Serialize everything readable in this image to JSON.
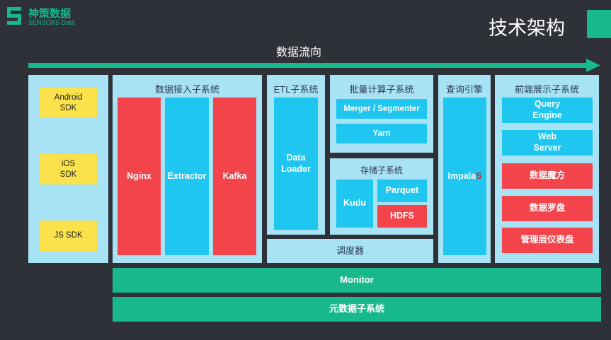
{
  "header": {
    "logo_cn": "神策数据",
    "logo_en": "SENSORS Data",
    "title": "技术架构",
    "flow_label": "数据流向"
  },
  "colors": {
    "background": "#2f3138",
    "panel": "#a8e3f5",
    "blue": "#1ec6f0",
    "red": "#f3434b",
    "yellow": "#f9e24c",
    "green": "#17b88b"
  },
  "sdk": [
    "Android\nSDK",
    "iOS\nSDK",
    "JS SDK"
  ],
  "ingest": {
    "title": "数据接入子系统",
    "boxes": [
      "Nginx",
      "Extractor",
      "Kafka"
    ]
  },
  "etl": {
    "title": "ETL子系统",
    "box": "Data\nLoader"
  },
  "batch": {
    "title": "批量计算子系统",
    "boxes": [
      "Merger / Segmenter",
      "Yarn"
    ]
  },
  "storage": {
    "title": "存储子系统",
    "kudu": "Kudu",
    "parquet": "Parquet",
    "hdfs": "HDFS"
  },
  "scheduler": "调度器",
  "query": {
    "title": "查询引擎",
    "impala_main": "Impala",
    "impala_suffix": "S"
  },
  "frontend": {
    "title": "前端展示子系统",
    "boxes": [
      "Query\nEngine",
      "Web\nServer",
      "数据魔方",
      "数据罗盘",
      "管理层仪表盘"
    ]
  },
  "bottom": {
    "monitor": "Monitor",
    "metadata": "元数据子系统"
  }
}
